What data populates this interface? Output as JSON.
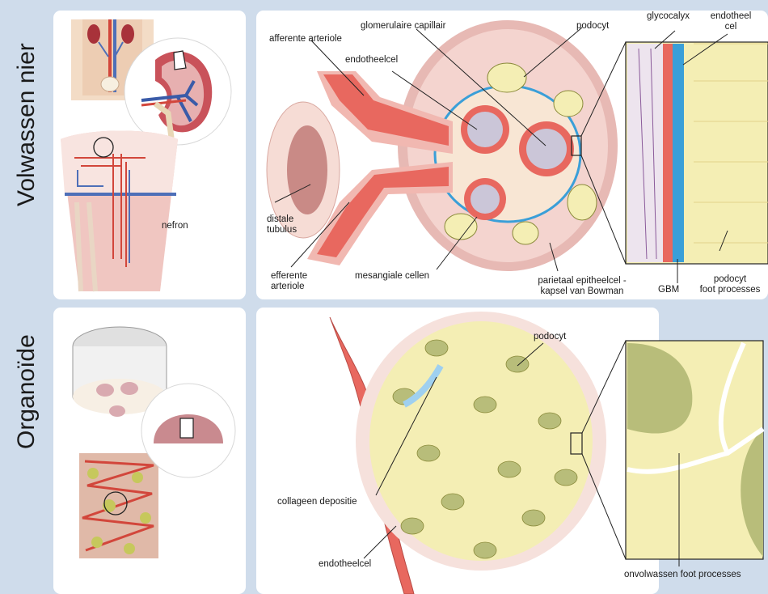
{
  "titles": {
    "adult": "Volwassen nier",
    "organoid": "Organoïde"
  },
  "labels": {
    "nefron": "nefron",
    "afferente_arteriole": "afferente arteriole",
    "glomerulaire_capillair": "glomerulaire capillair",
    "podocyt_top": "podocyt",
    "glycocalyx": "glycocalyx",
    "endotheel_cel_1": "endotheel",
    "endotheel_cel_2": "cel",
    "endotheelcel_top": "endotheelcel",
    "distale_tubulus_1": "distale",
    "distale_tubulus_2": "tubulus",
    "efferente_arteriole_1": "efferente",
    "efferente_arteriole_2": "arteriole",
    "mesangiale_cellen": "mesangiale cellen",
    "parietaal_1": "parietaal epitheelcel -",
    "parietaal_2": "kapsel van Bowman",
    "gbm": "GBM",
    "podocyt_foot_1": "podocyt",
    "podocyt_foot_2": "foot processes",
    "podocyt_organoid": "podocyt",
    "collageen": "collageen depositie",
    "endotheelcel_bottom": "endotheelcel",
    "onvolwassen": "onvolwassen foot processes"
  },
  "colors": {
    "background": "#cfdceb",
    "panel": "#ffffff",
    "vessel_red": "#e8685f",
    "podocyte_yellow": "#f4eeb4",
    "organoid_green": "#b8bd7a",
    "gbm_blue": "#3a9fd8",
    "capsule_pink": "#e7b9b4"
  }
}
